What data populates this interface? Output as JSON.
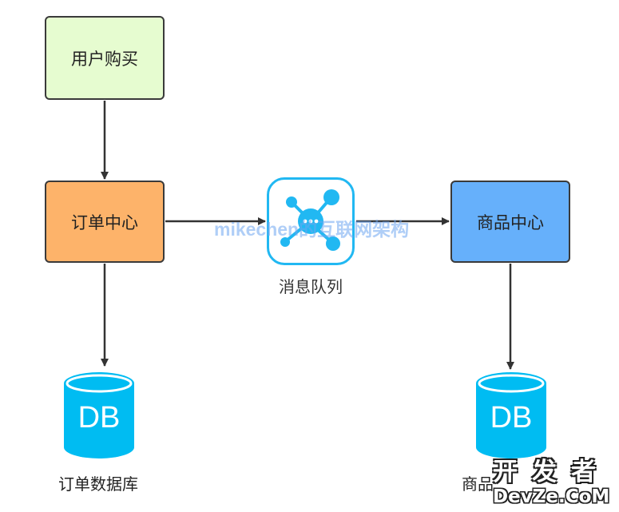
{
  "nodes": {
    "user_buy": "用户购买",
    "order_center": "订单中心",
    "goods_center": "商品中心"
  },
  "queue": {
    "label": "消息队列",
    "icon": "message-queue-icon"
  },
  "databases": {
    "order_db": {
      "text": "DB",
      "label": "订单数据库"
    },
    "goods_db": {
      "text": "DB",
      "label": "商品"
    }
  },
  "watermark": "mikechen的互联网架构",
  "logo": {
    "top": "开发者",
    "bottom": "DevZe.CoM"
  },
  "colors": {
    "user_buy_fill": "#e6fcd0",
    "order_center_fill": "#fdb36a",
    "goods_center_fill": "#66b0fb",
    "db_fill": "#00bcf2",
    "queue_icon": "#21b8f2",
    "arrow": "#333333"
  }
}
